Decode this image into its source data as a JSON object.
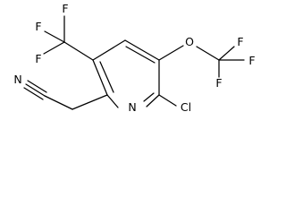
{
  "structure": {
    "atoms": {
      "ring_n": "N",
      "cl": "Cl",
      "o": "O",
      "f_cf3_top": "F",
      "f_cf3_left_upper": "F",
      "f_cf3_left_lower": "F",
      "f_ocf3_top": "F",
      "f_ocf3_right": "F",
      "f_ocf3_bottom": "F",
      "nitrile_n": "N"
    }
  }
}
